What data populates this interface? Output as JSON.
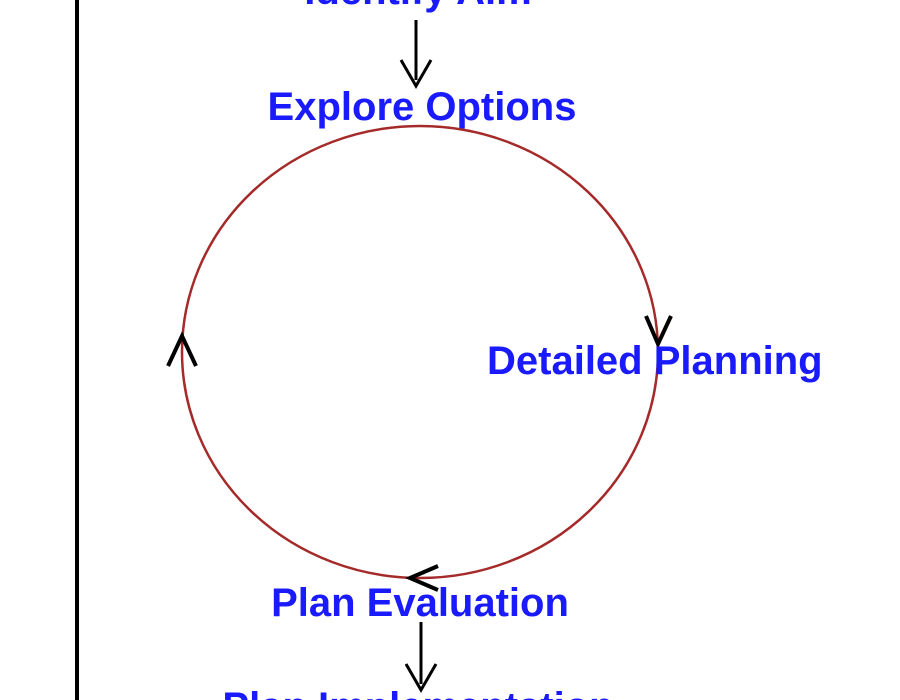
{
  "diagram": {
    "nodes": {
      "top_cut": "Identify Aim",
      "explore": "Explore Options",
      "detailed": "Detailed Planning",
      "evaluation": "Plan Evaluation",
      "bottom_cut": "Plan Implementation"
    },
    "colors": {
      "text": "#1a1aff",
      "cycle": "#a52a2a",
      "arrow": "#000000",
      "frame": "#000000",
      "background": "#ffffff"
    },
    "icons": {
      "flow_arrow": "arrow-down-icon",
      "cycle_arrowhead": "arrowhead-icon"
    }
  }
}
